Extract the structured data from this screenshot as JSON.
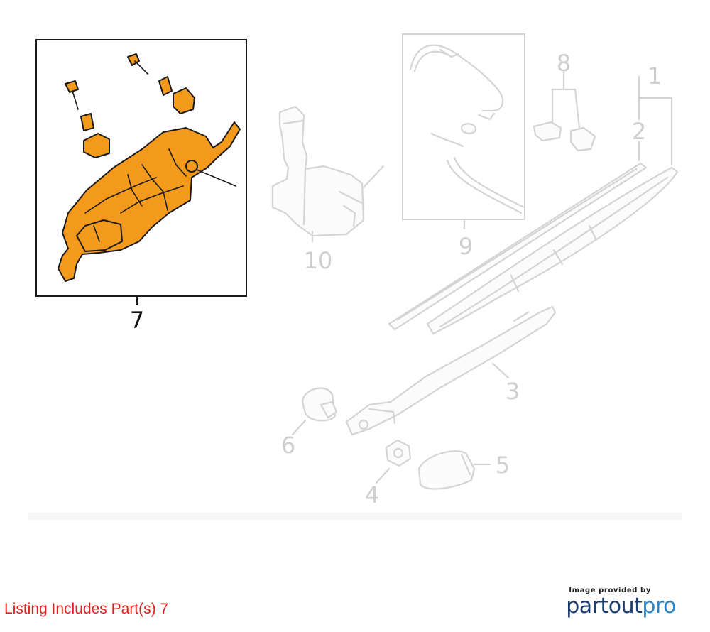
{
  "callouts": {
    "c1": "1",
    "c2": "2",
    "c3": "3",
    "c4": "4",
    "c5": "5",
    "c6": "6",
    "c7": "7",
    "c8": "8",
    "c9": "9",
    "c10": "10"
  },
  "caption": "Listing Includes Part(s) 7",
  "credit": {
    "provided_by": "Image provided by",
    "brand_part1": "partout",
    "brand_part2": "pro"
  },
  "colors": {
    "highlight": "#f39a1c",
    "caption": "#e0201b",
    "brand_dark": "#1c3d6e",
    "brand_accent": "#2d86c8"
  }
}
